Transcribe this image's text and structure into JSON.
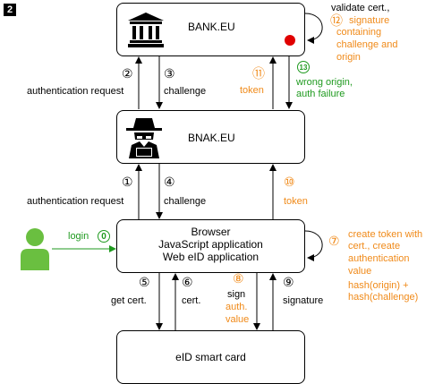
{
  "figure_number": "2",
  "boxes": {
    "bank": "BANK.EU",
    "bnak": "BNAK.EU",
    "browser_lines": [
      "Browser",
      "JavaScript application",
      "Web eID application"
    ],
    "card": "eID smart card"
  },
  "steps": {
    "s0": {
      "num": "0",
      "label": "login"
    },
    "s1": {
      "num": "①",
      "label": "authentication request"
    },
    "s2": {
      "num": "②",
      "label": "authentication request"
    },
    "s3": {
      "num": "③",
      "label": "challenge"
    },
    "s4": {
      "num": "④",
      "label": "challenge"
    },
    "s5": {
      "num": "⑤",
      "label": "get cert."
    },
    "s6": {
      "num": "⑥",
      "label": "cert."
    },
    "s7": {
      "num": "⑦",
      "lines": [
        "create token with",
        "cert., create",
        "authentication",
        "value",
        "hash(origin) +",
        "hash(challenge)"
      ]
    },
    "s8": {
      "num": "⑧",
      "lines_black": [
        "sign"
      ],
      "lines_orange": [
        "auth.",
        "value"
      ]
    },
    "s9": {
      "num": "⑨",
      "label": "signature"
    },
    "s10": {
      "num": "⑩",
      "label": "token"
    },
    "s11": {
      "num": "⑪",
      "label": "token"
    },
    "s12": {
      "num": "⑫",
      "line_black": "validate cert.,",
      "lines_orange": [
        "signature",
        "containing",
        "challenge and",
        "origin"
      ]
    },
    "s13": {
      "num": "13",
      "lines": [
        "wrong origin,",
        "auth failure"
      ]
    }
  },
  "colors": {
    "orange": "#f08a19",
    "green": "#1f9a1f",
    "person": "#6abf40",
    "alert": "#e00000"
  }
}
